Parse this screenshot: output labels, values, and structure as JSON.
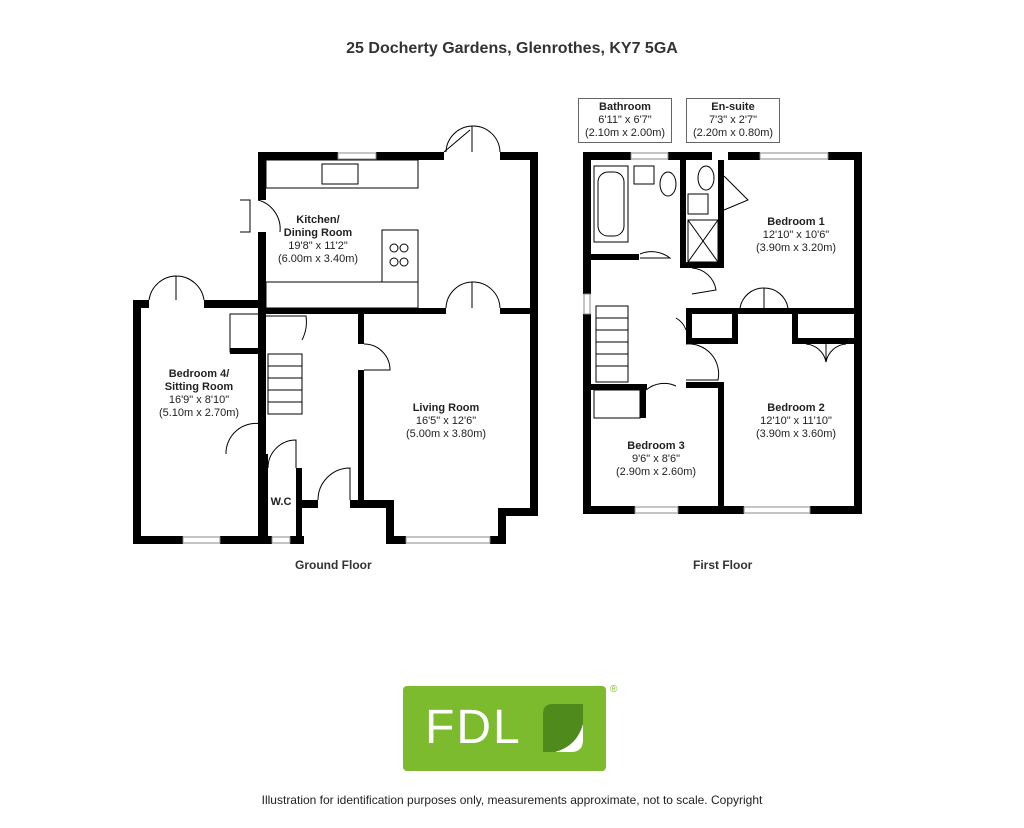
{
  "title": "25 Docherty Gardens, Glenrothes, KY7 5GA",
  "rooms": {
    "kitchen": {
      "name": "Kitchen/\nDining Room",
      "imperial": "19'8\" x 11'2\"",
      "metric": "(6.00m x 3.40m)"
    },
    "bedroom4": {
      "name": "Bedroom 4/\nSitting Room",
      "imperial": "16'9\" x 8'10\"",
      "metric": "(5.10m x 2.70m)"
    },
    "living": {
      "name": "Living Room",
      "imperial": "16'5\" x 12'6\"",
      "metric": "(5.00m x 3.80m)"
    },
    "wc": {
      "name": "W.C"
    },
    "bathroom": {
      "name": "Bathroom",
      "imperial": "6'11\" x 6'7\"",
      "metric": "(2.10m x 2.00m)"
    },
    "ensuite": {
      "name": "En-suite",
      "imperial": "7'3\" x 2'7\"",
      "metric": "(2.20m x 0.80m)"
    },
    "bedroom1": {
      "name": "Bedroom 1",
      "imperial": "12'10\" x 10'6\"",
      "metric": "(3.90m x 3.20m)"
    },
    "bedroom2": {
      "name": "Bedroom 2",
      "imperial": "12'10\" x 11'10\"",
      "metric": "(3.90m x 3.60m)"
    },
    "bedroom3": {
      "name": "Bedroom 3",
      "imperial": "9'6\" x 8'6\"",
      "metric": "(2.90m x 2.60m)"
    }
  },
  "floors": {
    "ground": "Ground Floor",
    "first": "First Floor"
  },
  "logo": {
    "text": "FDL",
    "mark": "®",
    "color": "#7cbb2d"
  },
  "disclaimer": "Illustration for identification purposes only, measurements approximate, not to scale. Copyright"
}
